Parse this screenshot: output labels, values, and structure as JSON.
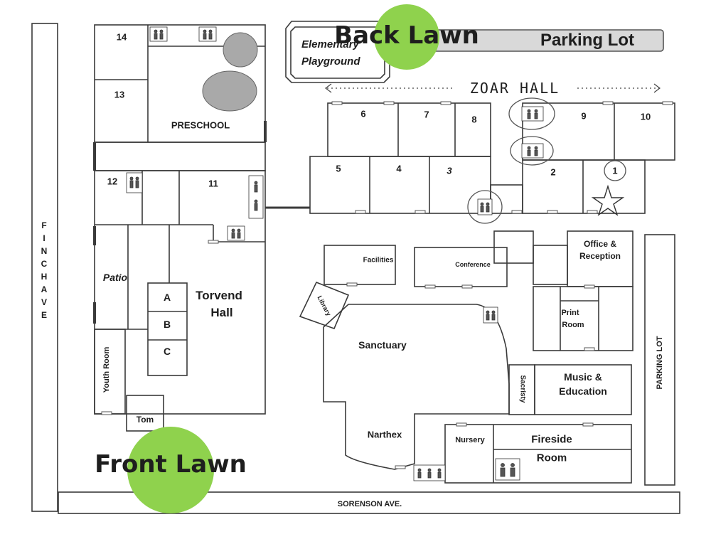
{
  "streets": {
    "finch": "F I N C H   A V E",
    "sorenson": "SORENSON AVE.",
    "parking_top": "Parking Lot",
    "parking_right": "PARKING LOT"
  },
  "playground": {
    "line1": "Elementary",
    "line2": "Playground"
  },
  "zoar_hall": "ZOAR HALL",
  "lawns": {
    "back": "Back Lawn",
    "front": "Front Lawn",
    "marker_color": "#8fd24d"
  },
  "rooms": {
    "r14": "14",
    "r13": "13",
    "preschool": "PRESCHOOL",
    "r12": "12",
    "r11": "11",
    "r6": "6",
    "r7": "7",
    "r8": "8",
    "r9": "9",
    "r10": "10",
    "r5": "5",
    "r4": "4",
    "r3": "3",
    "r2": "2",
    "r1": "1",
    "patio": "Patio",
    "a": "A",
    "b": "B",
    "c": "C",
    "torvend1": "Torvend",
    "torvend2": "Hall",
    "youth": "Youth Room",
    "tom": "Tom",
    "facilities": "Facilities",
    "conference": "Conference",
    "office1": "Office &",
    "office2": "Reception",
    "library": "Library",
    "sanctuary": "Sanctuary",
    "print1": "Print",
    "print2": "Room",
    "sacristy": "Sacristy",
    "music1": "Music &",
    "music2": "Education",
    "narthex": "Narthex",
    "nursery": "Nursery",
    "fireside1": "Fireside",
    "fireside2": "Room"
  },
  "icons": {
    "restroom": "restroom-icon",
    "star": "star-icon"
  }
}
